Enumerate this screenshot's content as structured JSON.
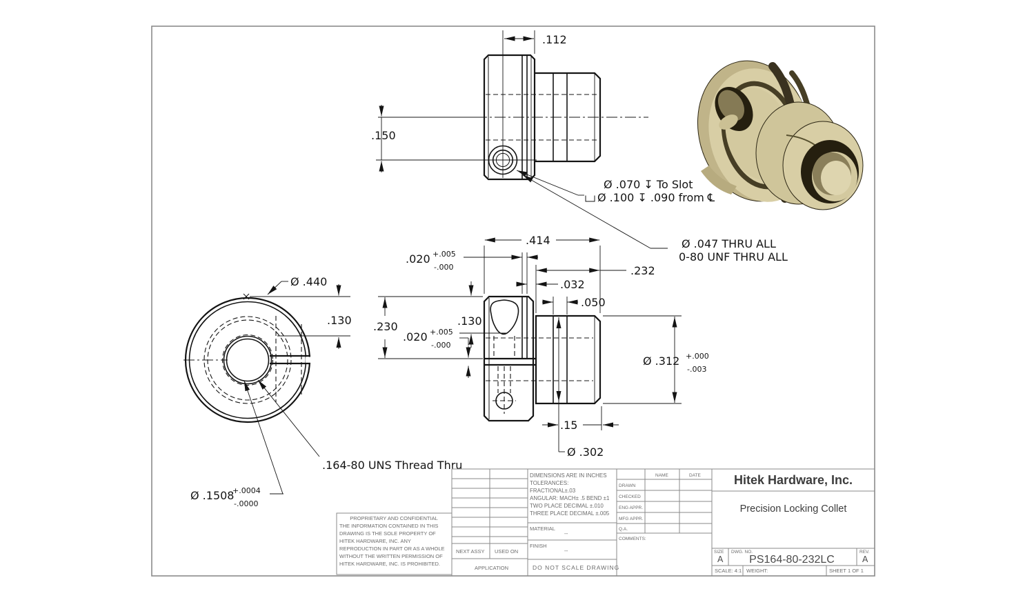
{
  "drawing": {
    "symbols": {
      "diameter": "Ø",
      "depth": "↧",
      "counterbore": "⌴",
      "centerline": "℄"
    },
    "top_view": {
      "dim_groove": ".112",
      "dim_hole_offset": ".150",
      "cbore_note_line1": "Ø .070  ↧  To Slot",
      "cbore_note_line2": "Ø .100  ↧ .090 from ℄",
      "thread_note_line1": "Ø .047  THRU ALL",
      "thread_note_line2": "0-80 UNF   THRU ALL"
    },
    "front_view": {
      "dim_outer_dia": "Ø .440",
      "dim_130": ".130",
      "thread_note": ".164-80 UNS Thread Thru",
      "bore_dia": "Ø .1508",
      "bore_tol_plus": "+.0004",
      "bore_tol_minus": "-.0000"
    },
    "section_view": {
      "dim_overall": ".414",
      "dim_groove": ".020",
      "dim_groove_plus": "+.005",
      "dim_groove_minus": "-.000",
      "dim_232": ".232",
      "dim_032": ".032",
      "dim_050": ".050",
      "dim_230": ".230",
      "dim_130": ".130",
      "dim_slot": ".020",
      "dim_slot_plus": "+.005",
      "dim_slot_minus": "-.000",
      "dia_312": "Ø .312",
      "dia_312_plus": "+.000",
      "dia_312_minus": "-.003",
      "dim_15": ".15",
      "dia_302": "Ø .302"
    }
  },
  "title_block": {
    "company": "Hitek Hardware, Inc.",
    "drawing_title": "Precision Locking Collet",
    "size_label": "SIZE",
    "size_value": "A",
    "dwg_no_label": "DWG.  NO.",
    "dwg_no": "PS164-80-232LC",
    "rev_label": "REV.",
    "rev_value": "A",
    "scale_text": "SCALE: 4:1",
    "weight_text": "WEIGHT:",
    "sheet_text": "SHEET 1 OF 1",
    "name_header": "NAME",
    "date_header": "DATE",
    "approval_rows": [
      "DRAWN",
      "CHECKED",
      "ENG APPR.",
      "MFG APPR.",
      "Q.A.",
      "COMMENTS:"
    ],
    "tolerance_note": [
      "DIMENSIONS ARE IN INCHES",
      "TOLERANCES:",
      "FRACTIONAL±.03",
      "ANGULAR: MACH± .5   BEND ±1",
      "TWO PLACE DECIMAL    ±.010",
      "THREE PLACE DECIMAL  ±.005"
    ],
    "material_label": "MATERIAL",
    "material_value": "--",
    "finish_label": "FINISH",
    "finish_value": "--",
    "do_not_scale": "DO NOT SCALE DRAWING",
    "next_assy": "NEXT ASSY",
    "used_on": "USED ON",
    "application": "APPLICATION",
    "proprietary_title": "PROPRIETARY AND CONFIDENTIAL",
    "proprietary_lines": [
      "THE INFORMATION CONTAINED IN THIS",
      "DRAWING IS THE SOLE PROPERTY OF",
      "HITEK HARDWARE, INC.  ANY",
      "REPRODUCTION IN PART OR AS A WHOLE",
      "WITHOUT THE WRITTEN PERMISSION OF",
      "HITEK HARDWARE, INC. IS PROHIBITED."
    ]
  },
  "iso_view": {
    "body_color": "#d8cea5",
    "rim_color": "#c0b489",
    "mid_color": "#cfc59a",
    "shadow_color": "#463e25",
    "deep_color": "#251f0f",
    "inner_color": "#d3c99f",
    "highlight_color": "#ded5af"
  }
}
